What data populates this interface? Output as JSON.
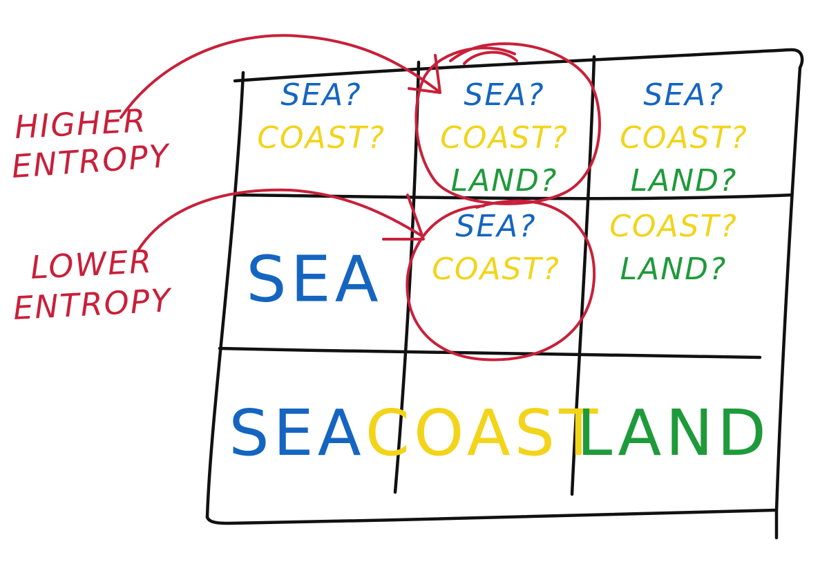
{
  "colors": {
    "grid": "#111111",
    "annotation": "#c8203a",
    "sea": "#1565c0",
    "coast": "#f2d41a",
    "land": "#1e9a3a"
  },
  "annotations": {
    "higher": [
      "HIGHER",
      "ENTROPY"
    ],
    "lower": [
      "LOWER",
      "ENTROPY"
    ]
  },
  "grid": {
    "rows": [
      [
        {
          "states": [
            {
              "label": "SEA?",
              "kind": "sea"
            },
            {
              "label": "COAST?",
              "kind": "coast"
            }
          ]
        },
        {
          "states": [
            {
              "label": "SEA?",
              "kind": "sea"
            },
            {
              "label": "COAST?",
              "kind": "coast"
            },
            {
              "label": "LAND?",
              "kind": "land"
            }
          ]
        },
        {
          "states": [
            {
              "label": "SEA?",
              "kind": "sea"
            },
            {
              "label": "COAST?",
              "kind": "coast"
            },
            {
              "label": "LAND?",
              "kind": "land"
            }
          ]
        }
      ],
      [
        {
          "states": [
            {
              "label": "SEA",
              "kind": "sea"
            }
          ]
        },
        {
          "states": [
            {
              "label": "SEA?",
              "kind": "sea"
            },
            {
              "label": "COAST?",
              "kind": "coast"
            }
          ]
        },
        {
          "states": [
            {
              "label": "COAST?",
              "kind": "coast"
            },
            {
              "label": "LAND?",
              "kind": "land"
            }
          ]
        }
      ],
      [
        {
          "states": [
            {
              "label": "SEA",
              "kind": "sea"
            }
          ]
        },
        {
          "states": [
            {
              "label": "COAST",
              "kind": "coast"
            }
          ]
        },
        {
          "states": [
            {
              "label": "LAND",
              "kind": "land"
            }
          ]
        }
      ]
    ]
  }
}
